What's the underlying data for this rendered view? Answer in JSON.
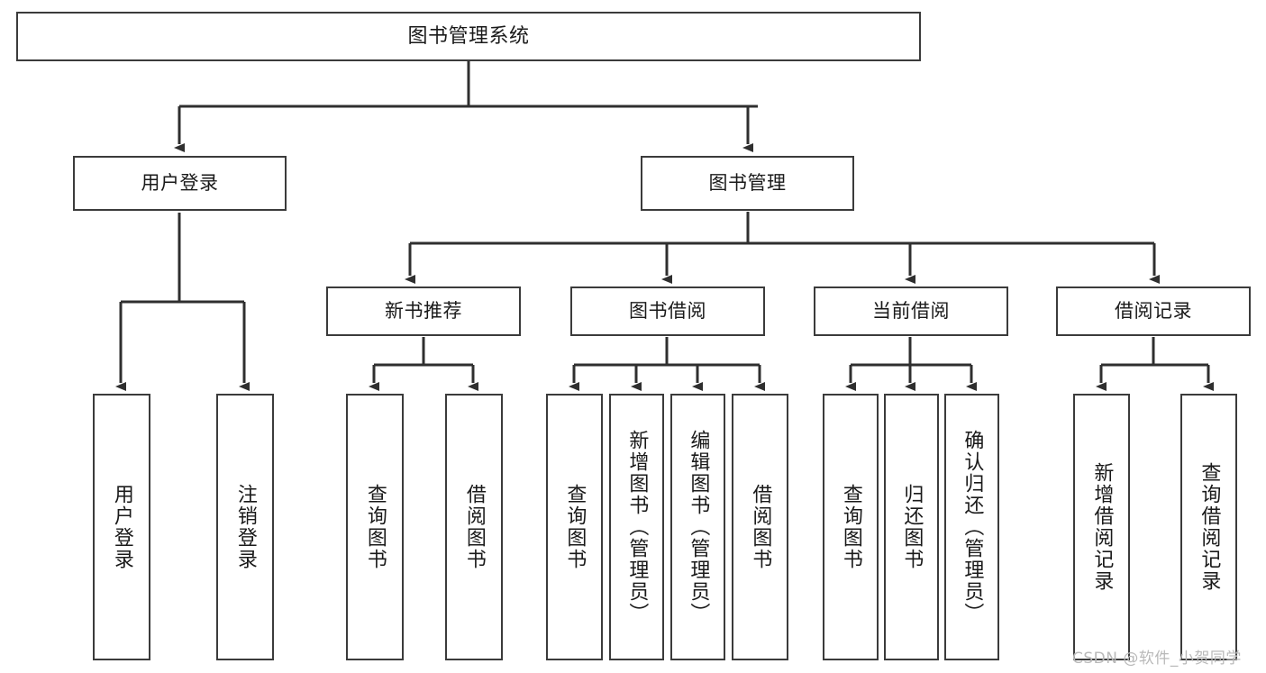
{
  "diagram": {
    "title_box": {
      "label": "图书管理系统"
    },
    "level1": [
      {
        "id": "user-login",
        "label": "用户登录"
      },
      {
        "id": "book-management",
        "label": "图书管理"
      }
    ],
    "level2": [
      {
        "id": "new-book-recommend",
        "label": "新书推荐"
      },
      {
        "id": "book-borrow",
        "label": "图书借阅"
      },
      {
        "id": "current-borrow",
        "label": "当前借阅"
      },
      {
        "id": "borrow-record",
        "label": "借阅记录"
      }
    ],
    "leaves": {
      "user_login": [
        {
          "id": "leaf-user-login",
          "label": "用户登录"
        },
        {
          "id": "leaf-logout-login",
          "label": "注销登录"
        }
      ],
      "new_book_recommend": [
        {
          "id": "leaf-query-book-1",
          "label": "查询图书"
        },
        {
          "id": "leaf-borrow-book-1",
          "label": "借阅图书"
        }
      ],
      "book_borrow": [
        {
          "id": "leaf-query-book-2",
          "label": "查询图书"
        },
        {
          "id": "leaf-add-book",
          "label": "新增图书（管理员）"
        },
        {
          "id": "leaf-edit-book",
          "label": "编辑图书（管理员）"
        },
        {
          "id": "leaf-borrow-book-2",
          "label": "借阅图书"
        }
      ],
      "current_borrow": [
        {
          "id": "leaf-query-book-3",
          "label": "查询图书"
        },
        {
          "id": "leaf-return-book",
          "label": "归还图书"
        },
        {
          "id": "leaf-confirm-return",
          "label": "确认归还（管理员）"
        }
      ],
      "borrow_record": [
        {
          "id": "leaf-add-record",
          "label": "新增借阅记录"
        },
        {
          "id": "leaf-query-record",
          "label": "查询借阅记录"
        }
      ]
    },
    "watermark": {
      "text": "CSDN @软件_小贺同学"
    },
    "colors": {
      "background": "#ffffff",
      "box_border": "#3b3b3b",
      "box_fill": "#ffffff",
      "connector": "#2f2f2f",
      "text": "#1a1a1a",
      "watermark": "#b9b9b9"
    }
  }
}
